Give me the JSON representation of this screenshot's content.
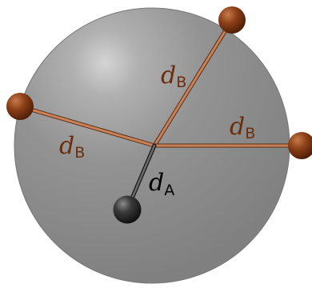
{
  "diagram": {
    "colors": {
      "sphere": "#8f8f8f",
      "sphere_highlight": "#d2d2d2",
      "bond_B": "#b5724f",
      "bond_A": "#4a4a4a",
      "atom_B": "#7a3510",
      "atom_A": "#2b2b2b",
      "label_B": "#6b2e0d",
      "label_A": "#000000"
    },
    "labels": [
      {
        "id": "dB-top",
        "variable": "d",
        "subscript": "B"
      },
      {
        "id": "dB-left",
        "variable": "d",
        "subscript": "B"
      },
      {
        "id": "dB-right",
        "variable": "d",
        "subscript": "B"
      },
      {
        "id": "dA",
        "variable": "d",
        "subscript": "A"
      }
    ]
  }
}
